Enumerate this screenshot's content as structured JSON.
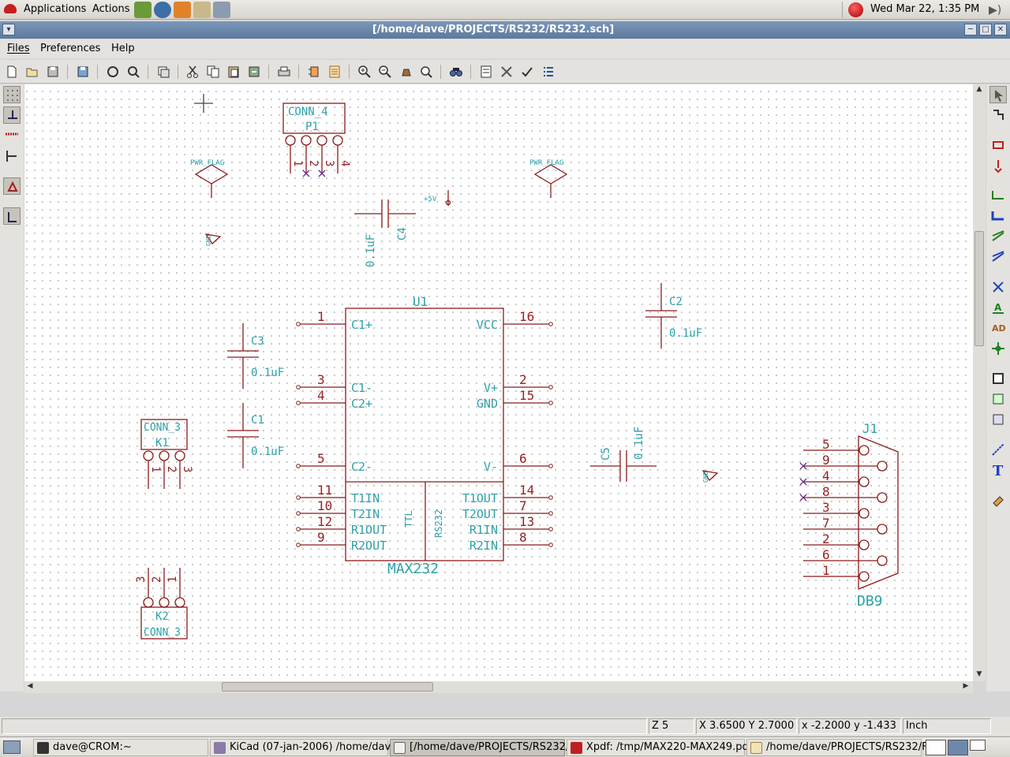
{
  "top_panel": {
    "applications": "Applications",
    "actions": "Actions",
    "clock": "Wed Mar 22,  1:35 PM"
  },
  "window": {
    "title": "[/home/dave/PROJECTS/RS232/RS232.sch]"
  },
  "menubar": {
    "files": "Files",
    "preferences": "Preferences",
    "help": "Help"
  },
  "schematic": {
    "u1": {
      "ref": "U1",
      "value": "MAX232",
      "sub_ttl": "TTL",
      "sub_rs232": "RS232",
      "left_pins": [
        {
          "num": "1",
          "name": "C1+"
        },
        {
          "num": "3",
          "name": "C1-"
        },
        {
          "num": "4",
          "name": "C2+"
        },
        {
          "num": "5",
          "name": "C2-"
        },
        {
          "num": "11",
          "name": "T1IN"
        },
        {
          "num": "10",
          "name": "T2IN"
        },
        {
          "num": "12",
          "name": "R1OUT"
        },
        {
          "num": "9",
          "name": "R2OUT"
        }
      ],
      "right_pins": [
        {
          "num": "16",
          "name": "VCC"
        },
        {
          "num": "2",
          "name": "V+"
        },
        {
          "num": "15",
          "name": "GND"
        },
        {
          "num": "6",
          "name": "V-"
        },
        {
          "num": "14",
          "name": "T1OUT"
        },
        {
          "num": "7",
          "name": "T2OUT"
        },
        {
          "num": "13",
          "name": "R1IN"
        },
        {
          "num": "8",
          "name": "R2IN"
        }
      ]
    },
    "p1": {
      "ref": "P1",
      "value": "CONN_4",
      "pins": [
        "1",
        "2",
        "3",
        "4"
      ]
    },
    "k1": {
      "ref": "K1",
      "value": "CONN_3",
      "pins": [
        "1",
        "2",
        "3"
      ]
    },
    "k2": {
      "ref": "K2",
      "value": "CONN_3",
      "pins": [
        "3",
        "2",
        "1"
      ]
    },
    "j1": {
      "ref": "J1",
      "value": "DB9",
      "pins": [
        "5",
        "9",
        "4",
        "8",
        "3",
        "7",
        "2",
        "6",
        "1"
      ]
    },
    "c1": {
      "ref": "C1",
      "value": "0.1uF"
    },
    "c2": {
      "ref": "C2",
      "value": "0.1uF"
    },
    "c3": {
      "ref": "C3",
      "value": "0.1uF"
    },
    "c4": {
      "ref": "C4",
      "value": "0.1uF"
    },
    "c5": {
      "ref": "C5",
      "value": "0.1uF"
    },
    "pwr_flag_1": "PWR_FLAG",
    "pwr_flag_2": "PWR_FLAG",
    "vcc_label": "+5V",
    "gnd_1": "GND",
    "gnd_2": "GND"
  },
  "statusbar": {
    "message": "",
    "zoom": "Z 5",
    "abs_coords": "X 3.6500  Y 2.7000",
    "rel_coords": "x -2.2000  y -1.433",
    "units": "Inch"
  },
  "taskbar": {
    "tasks": [
      "dave@CROM:~",
      "KiCad (07-jan-2006) /home/dav",
      "[/home/dave/PROJECTS/RS232/",
      "Xpdf: /tmp/MAX220-MAX249.pd",
      "/home/dave/PROJECTS/RS232/F"
    ]
  },
  "colors": {
    "wire": "#8b1a1a",
    "label": "#2ea0a8",
    "title_bar": "#6a87aa"
  }
}
